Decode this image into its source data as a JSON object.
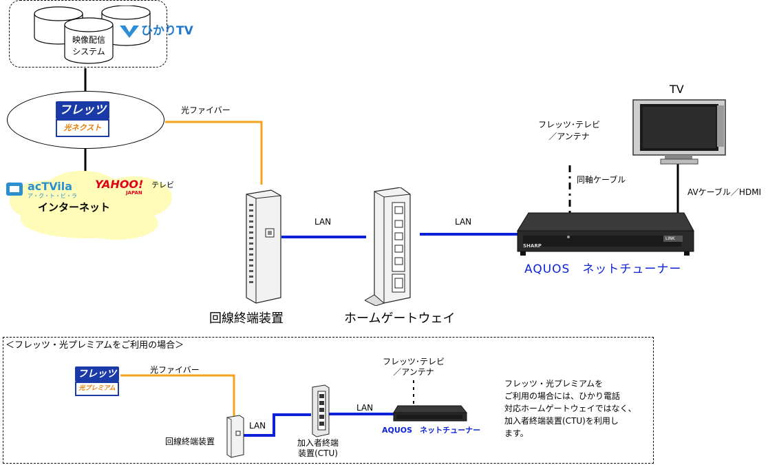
{
  "top": {
    "video_system_label": "映像配信\nシステム",
    "hikari_tv_logo": "ひかりTV",
    "flets_logo_top": "フレッツ",
    "flets_logo_sub": "光ネクスト",
    "fiber_label": "光ファイバー",
    "actvila_logo": "acTVila",
    "actvila_sub": "ア・ク・ト・ビ・ラ",
    "yahoo_logo": "YAHOO!",
    "yahoo_sub": "JAPAN",
    "yahoo_tv": "テレビ",
    "internet_label": "インターネット",
    "lan_label_1": "LAN",
    "lan_label_2": "LAN",
    "onu_label": "回線終端装置",
    "gateway_label": "ホームゲートウェイ",
    "flets_tv_antenna": "フレッツ･テレビ\n／アンテナ",
    "coax_label": "同軸ケーブル",
    "tv_label": "TV",
    "av_cable_label": "AVケーブル／HDMI",
    "tuner_label": "AQUOS　ネットチューナー",
    "sharp_brand": "SHARP",
    "link_badge": "LINK"
  },
  "bottom": {
    "title": "＜フレッツ・光プレミアムをご利用の場合＞",
    "flets_logo_top": "フレッツ",
    "flets_logo_sub": "光プレミアム",
    "fiber_label": "光ファイバー",
    "lan_label_1": "LAN",
    "lan_label_2": "LAN",
    "onu_label": "回線終端装置",
    "ctu_label": "加入者終端\n装置(CTU)",
    "flets_tv_antenna": "フレッツ･テレビ\n／アンテナ",
    "tuner_label": "AQUOS　ネットチューナー",
    "note": "フレッツ・光プレミアムを\nご利用の場合には、ひかり電話\n対応ホームゲートウェイではなく、\n加入者終端装置(CTU)を利用し\nます。"
  },
  "colors": {
    "fiber": "#f5a21b",
    "lan": "#0b22d9",
    "flets_blue": "#1a3aa8",
    "cloud": "#fffbb8",
    "tuner_text": "#0b22d9"
  }
}
